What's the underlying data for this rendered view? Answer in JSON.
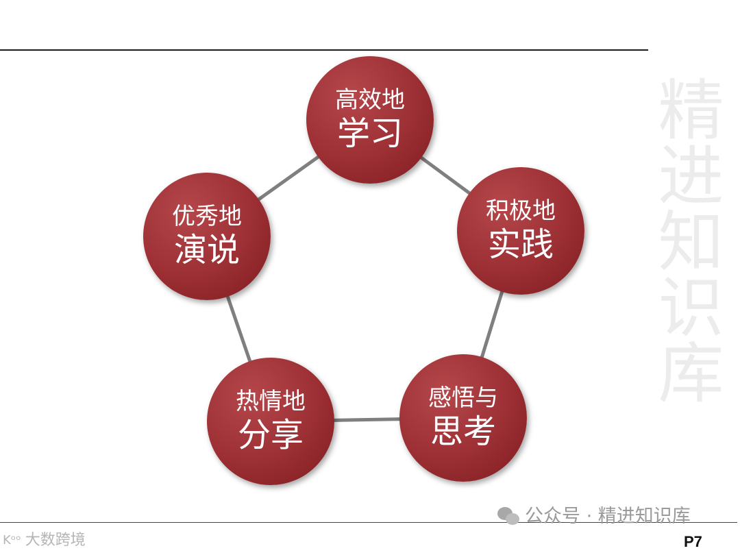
{
  "diagram": {
    "nodes": [
      {
        "line1": "高效地",
        "line2": "学习"
      },
      {
        "line1": "积极地",
        "line2": "实践"
      },
      {
        "line1": "感悟与",
        "line2": "思考"
      },
      {
        "line1": "热情地",
        "line2": "分享"
      },
      {
        "line1": "优秀地",
        "line2": "演说"
      }
    ],
    "node_color": "#9b2f33",
    "connector_color": "#7f7f7f"
  },
  "watermark": "精进知识库",
  "footer": {
    "account": "公众号 · 精进知识库",
    "logo_mark": "Kᵒᵒ",
    "logo_text": "大数跨境",
    "page_number": "P7"
  }
}
